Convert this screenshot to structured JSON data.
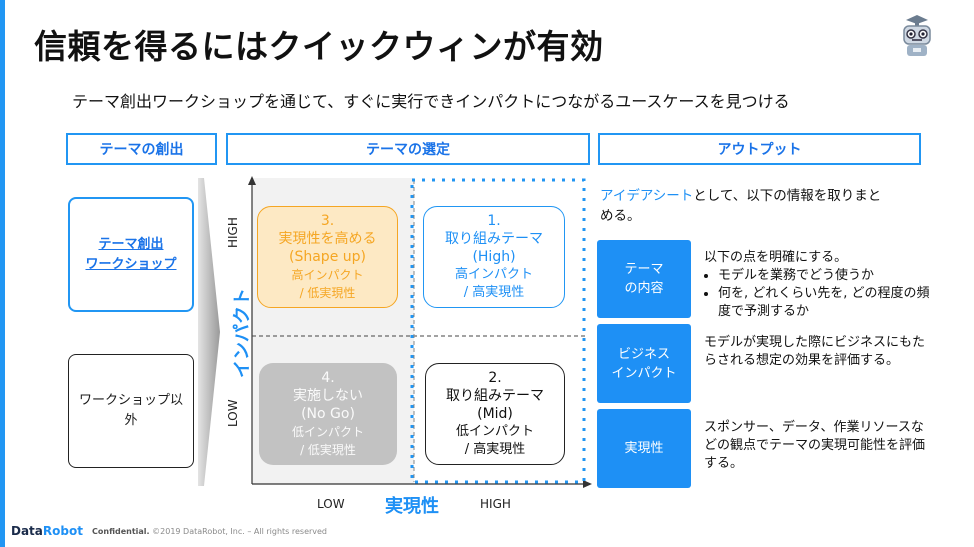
{
  "slide": {
    "title": "信頼を得るにはクイックウィンが有効",
    "subtitle": "テーマ創出ワークショップを通じて、すぐに実行できインパクトにつながるユースケースを見つける",
    "brand_color": "#2196f3"
  },
  "headers": {
    "theme_creation": "テーマの創出",
    "theme_selection": "テーマの選定",
    "output": "アウトプット"
  },
  "left": {
    "workshop": [
      "テーマ創出",
      "ワークショップ"
    ],
    "non_workshop": [
      "ワークショップ以",
      "外"
    ]
  },
  "matrix": {
    "y_axis_title": "インパクト",
    "y_high": "HIGH",
    "y_low": "LOW",
    "x_axis_title": "実現性",
    "x_low": "LOW",
    "x_high": "HIGH",
    "quadrants": {
      "q3": {
        "num": "3.",
        "name": "実現性を高める",
        "en": "(Shape up)",
        "impact": "高インパクト",
        "feas": "/ 低実現性",
        "color": "#f5a623"
      },
      "q1": {
        "num": "1.",
        "name": "取り組みテーマ",
        "en": "(High)",
        "impact": "高インパクト",
        "feas": "/ 高実現性",
        "color": "#2196f3"
      },
      "q4": {
        "num": "4.",
        "name": "実施しない",
        "en": "(No Go)",
        "impact": "低インパクト",
        "feas": "/ 低実現性",
        "color": "#bdbdbd"
      },
      "q2": {
        "num": "2.",
        "name": "取り組みテーマ",
        "en": "(Mid)",
        "impact": "低インパクト",
        "feas": "/ 高実現性",
        "color": "#222222"
      }
    }
  },
  "output": {
    "intro_link": "アイデアシート",
    "intro_rest_1": "として、以下の情報を取りまと",
    "intro_rest_2": "める。",
    "rows": [
      {
        "label": [
          "テーマ",
          "の内容"
        ],
        "desc_intro": "以下の点を明確にする。",
        "bullets": [
          "モデルを業務でどう使うか",
          "何を, どれくらい先を, どの程度の頻度で予測するか"
        ]
      },
      {
        "label": [
          "ビジネス",
          "インパクト"
        ],
        "desc": "モデルが実現した際にビジネスにもたらされる想定の効果を評価する。"
      },
      {
        "label": [
          "実現性"
        ],
        "desc": "スポンサー、データ、作業リソースなどの観点でテーマの実現可能性を評価する。"
      }
    ]
  },
  "footer": {
    "logo_1": "Data",
    "logo_2": "Robot",
    "confidential": "Confidential.",
    "copyright": "©2019 DataRobot, Inc. – All rights reserved"
  }
}
